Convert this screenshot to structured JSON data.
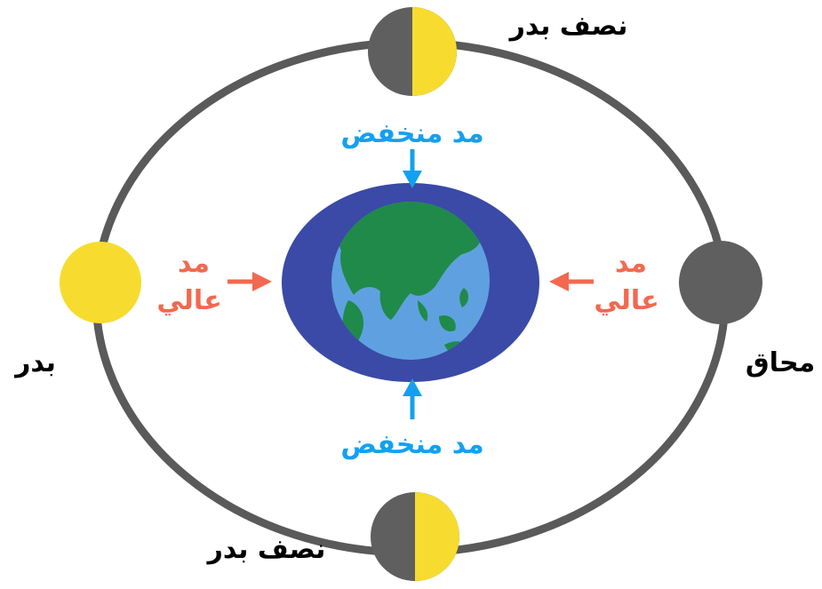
{
  "labels": {
    "half_moon_top": "نصف بدر",
    "half_moon_bottom": "نصف بدر",
    "full_moon": "بدر",
    "new_moon": "محاق",
    "low_tide_top": "مد منخفض",
    "low_tide_bottom": "مد منخفض",
    "high_tide_left_1": "مد",
    "high_tide_left_2": "عالي",
    "high_tide_right_1": "مد",
    "high_tide_right_2": "عالي"
  },
  "colors": {
    "orbit": "#5a5a5a",
    "moon_dark": "#5f5f5f",
    "moon_lit": "#f7dc2f",
    "tide_bulge": "#3a4aa6",
    "earth_ocean": "#5fa1e0",
    "earth_land": "#1f8a4a",
    "high_tide_text": "#f2694f",
    "low_tide_text": "#14a0f0",
    "label_text": "#000000"
  },
  "icons": {
    "earth": "earth-globe-icon",
    "moon_phase": "moon-phase-icon",
    "arrow": "arrow-icon"
  }
}
